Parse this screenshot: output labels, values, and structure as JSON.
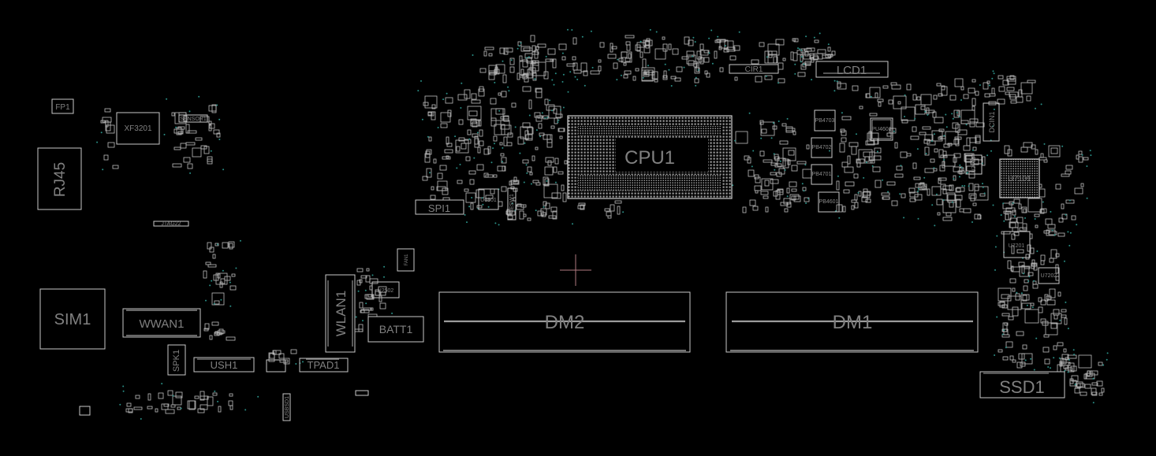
{
  "app": {
    "type": "pcb-boardview"
  },
  "colors": {
    "background": "#000000",
    "outline": "#c8c8c8",
    "label": "#808080",
    "via": "#2a8f86",
    "cursor": "#b07a80"
  },
  "components": {
    "fp1": "FP1",
    "rj45": "RJ45",
    "xf3201": "XF3201",
    "sensor": "SENSOR1",
    "jtag": "JTAG22",
    "sim1": "SIM1",
    "wwan1": "WWAN1",
    "spk1": "SPK1",
    "ush1": "USH1",
    "wlan1": "WLAN1",
    "tpad1": "TPAD1",
    "batt1": "BATT1",
    "u2502": "U2502",
    "fan1": "FAN1",
    "spi1": "SPI1",
    "u0801": "U0801",
    "mesw1": "MESW1",
    "usbsd1": "USBSD1",
    "cpu1": "CPU1",
    "cir1": "CIR1",
    "lcd1": "LCD1",
    "pb4703": "PB4703",
    "pb4702": "PB4702",
    "pb4701": "PB4701",
    "pb4601": "PB4601",
    "pu4601": "PU4601",
    "dcin1": "DCIN1",
    "u7005": "U7005",
    "u7101": "U7101",
    "u7201": "U7201",
    "u7202": "U7202",
    "dm2": "DM2",
    "dm1": "DM1",
    "ssd1": "SSD1"
  }
}
